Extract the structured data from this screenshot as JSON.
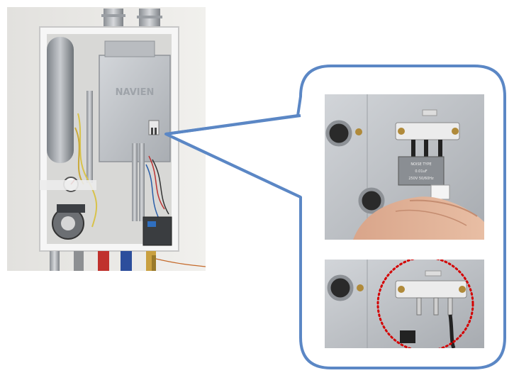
{
  "main_photo": {
    "brand_logo_text": "NAVIEN"
  },
  "detail_top": {
    "capacitor_label": [
      "NOISE TYPE",
      "0.01uF",
      "250V 50/60Hz"
    ]
  },
  "detail_bottom": {
    "highlight_color": "#d40000"
  },
  "colors": {
    "callout_border": "#5b87c5",
    "leader_line": "#5b87c5",
    "highlight_circle": "#d40000"
  }
}
